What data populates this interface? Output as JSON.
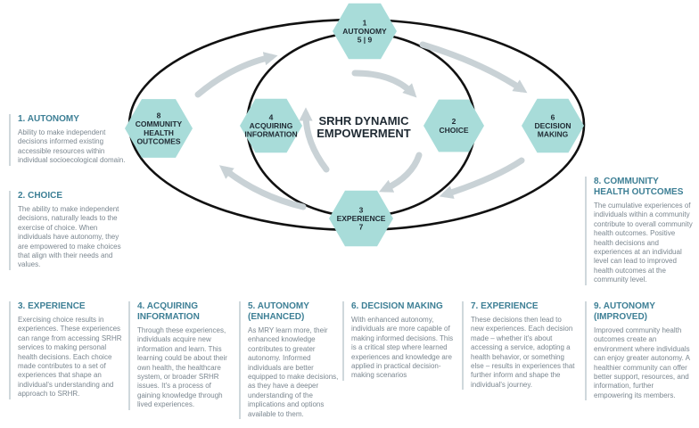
{
  "diagram": {
    "center_title_line1": "SRHR DYNAMIC",
    "center_title_line2": "EMPOWERMENT",
    "nodes": [
      {
        "id": "autonomy",
        "lines": [
          "1",
          "AUTONOMY",
          "5 | 9"
        ]
      },
      {
        "id": "choice",
        "lines": [
          "2",
          "CHOICE"
        ]
      },
      {
        "id": "decision-making",
        "lines": [
          "6",
          "DECISION",
          "MAKING"
        ]
      },
      {
        "id": "experience",
        "lines": [
          "3",
          "EXPERIENCE",
          "7"
        ]
      },
      {
        "id": "acquiring-information",
        "lines": [
          "4",
          "ACQUIRING",
          "INFORMATION"
        ]
      },
      {
        "id": "community-health-outcomes",
        "lines": [
          "8",
          "COMMUNITY",
          "HEALTH",
          "OUTCOMES"
        ]
      }
    ],
    "colors": {
      "hexagon_fill": "#a8dcd9",
      "ring_stroke": "#111111",
      "arrow_fill": "#c9d2d6",
      "heading": "#3d7f95",
      "body_text": "#7b8790"
    }
  },
  "panels": [
    {
      "id": "autonomy",
      "title": "1. AUTONOMY",
      "text": "Ability to make independent decisions informed existing accessible resources within individual socioecological domain."
    },
    {
      "id": "choice",
      "title": "2. CHOICE",
      "text": "The ability to make independent decisions, naturally leads to the exercise of choice. When individuals have autonomy, they are empowered to make choices that align with their needs and values."
    },
    {
      "id": "experience",
      "title": "3. EXPERIENCE",
      "text": "Exercising choice results in experiences. These experiences can range from accessing SRHR services to making personal health decisions. Each choice made contributes to a set of experiences that shape an individual's understanding and approach to SRHR."
    },
    {
      "id": "acquiring-information",
      "title": "4. ACQUIRING INFORMATION",
      "text": "Through these experiences, individuals acquire new information and learn. This learning could be about their own health, the healthcare system, or broader SRHR issues. It's a process of gaining knowledge through lived experiences."
    },
    {
      "id": "autonomy-enhanced",
      "title": "5. AUTONOMY (ENHANCED)",
      "text": "As MRY learn more, their enhanced knowledge contributes to greater autonomy. Informed individuals are better equipped to make decisions, as they have a deeper understanding of the implications and options available to them."
    },
    {
      "id": "decision-making",
      "title": "6. DECISION MAKING",
      "text": "With enhanced autonomy, individuals are more capable of making informed decisions. This is a critical step where learned experiences and knowledge are applied in practical decision-making scenarios"
    },
    {
      "id": "experience-7",
      "title": "7. EXPERIENCE",
      "text": "These decisions then lead to new experiences. Each decision made – whether it's about accessing a service, adopting a health behavior, or something else – results in experiences that further inform and shape the individual's journey."
    },
    {
      "id": "community-health-outcomes",
      "title": "8. COMMUNITY HEALTH OUTCOMES",
      "text": "The cumulative experiences of individuals within a community contribute to overall community health outcomes. Positive health decisions and experiences at an individual level can lead to improved health outcomes at the community level."
    },
    {
      "id": "autonomy-improved",
      "title": "9. AUTONOMY (IMPROVED)",
      "text": "Improved community health outcomes create an environment where individuals can enjoy greater autonomy. A healthier community can offer better support, resources, and information, further empowering its members."
    }
  ]
}
